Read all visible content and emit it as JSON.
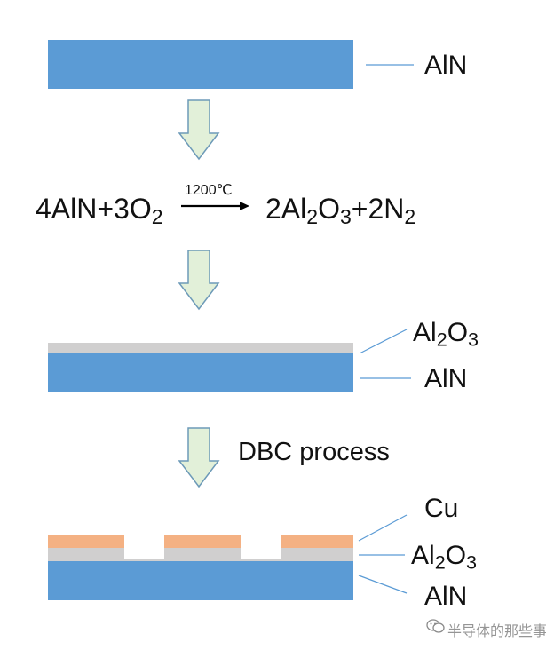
{
  "colors": {
    "aln": "#5b9bd5",
    "al2o3": "#d0cfcf",
    "cu": "#f4b183",
    "arrow_fill": "#e2f0d9",
    "arrow_stroke": "#6d9ab8",
    "leader": "#5b9bd5"
  },
  "stage1": {
    "aln_label": "AlN"
  },
  "equation": {
    "lhs_a": "4AlN+3O",
    "lhs_sub": "2",
    "condition": "1200℃",
    "rhs_a": "2Al",
    "rhs_sub1": "2",
    "rhs_b": "O",
    "rhs_sub2": "3",
    "rhs_c": "+2N",
    "rhs_sub3": "2"
  },
  "stage2": {
    "al2o3_a": "Al",
    "al2o3_s1": "2",
    "al2o3_b": "O",
    "al2o3_s2": "3",
    "aln_label": "AlN"
  },
  "process": {
    "label": "DBC process"
  },
  "stage3": {
    "cu_label": "Cu",
    "al2o3_a": "Al",
    "al2o3_s1": "2",
    "al2o3_b": "O",
    "al2o3_s2": "3",
    "aln_label": "AlN"
  },
  "watermark": {
    "text": "半导体的那些事"
  },
  "icons": {
    "arrow": "down-arrow-icon",
    "reaction_arrow": "right-arrow-icon",
    "wechat": "wechat-icon"
  }
}
